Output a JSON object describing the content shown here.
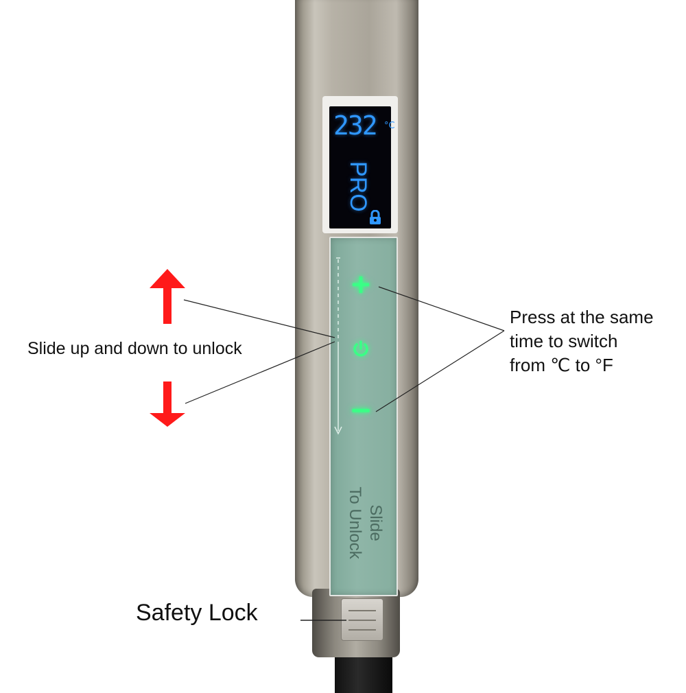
{
  "display": {
    "temperature": "232",
    "unit": "°C",
    "mode": "PRO",
    "lock_icon": "lock-icon"
  },
  "panel": {
    "plus_icon": "plus-icon",
    "power_icon": "power-icon",
    "minus_icon": "minus-icon",
    "slide_text_line1": "Slide",
    "slide_text_line2": "To Unlock"
  },
  "annotations": {
    "slide_instruction": "Slide up and down to unlock",
    "press_line1": "Press at the same",
    "press_line2": "time to switch",
    "press_line3": "from ℃ to °F",
    "safety_lock": "Safety Lock"
  },
  "colors": {
    "arrow_red": "#ff1a1a",
    "lcd_blue": "#2f97ff",
    "button_green": "#3aff86",
    "panel_green": "#8fb6a8"
  }
}
